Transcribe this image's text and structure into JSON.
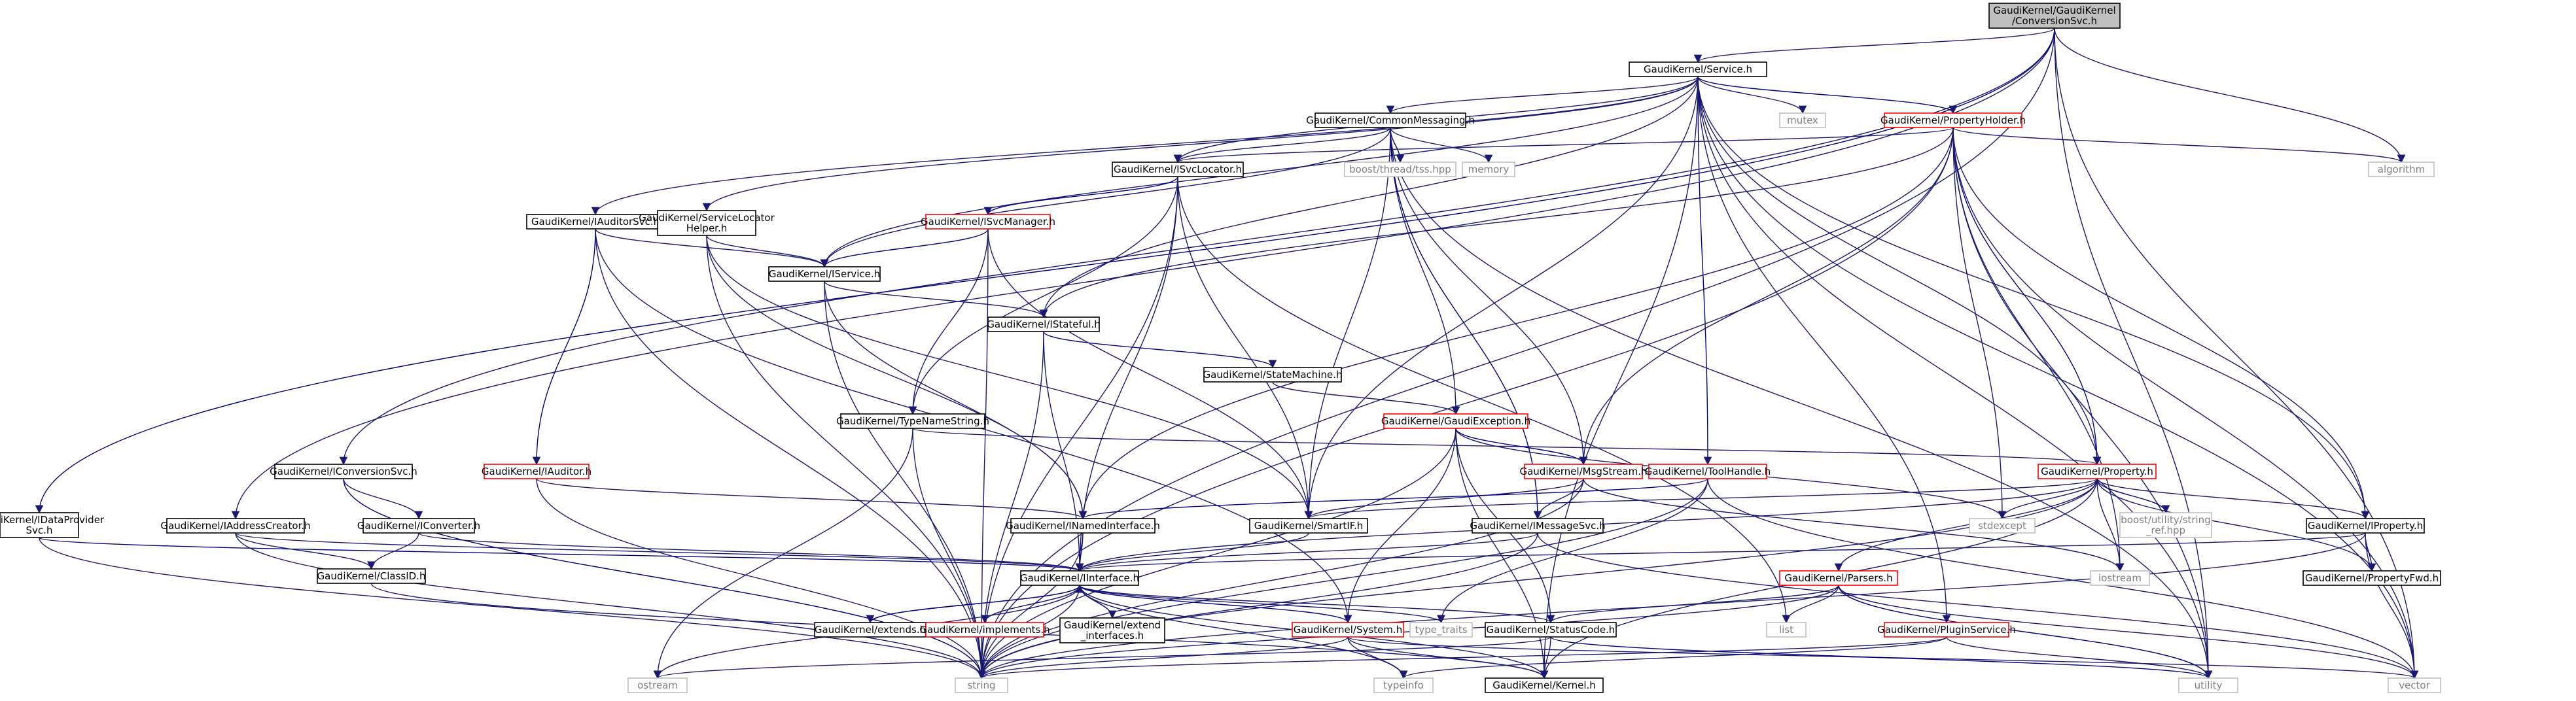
{
  "colors": {
    "background": "#ffffff",
    "edge": "#191970",
    "edge_alt": "#000080",
    "node_border_black": "#000000",
    "node_border_red": "#ff0000",
    "node_border_gray": "#bfbfbf",
    "root_fill": "#bfbfbf",
    "text_normal": "#000000",
    "text_external": "#7f7f7f"
  },
  "nodes": [
    {
      "id": "root",
      "label": [
        "GaudiKernel/GaudiKernel",
        "/ConversionSvc.h"
      ],
      "style": "root"
    },
    {
      "id": "service",
      "label": [
        "GaudiKernel/Service.h"
      ],
      "style": "normal"
    },
    {
      "id": "commonmessaging",
      "label": [
        "GaudiKernel/CommonMessaging.h"
      ],
      "style": "normal"
    },
    {
      "id": "mutex",
      "label": [
        "mutex"
      ],
      "style": "external"
    },
    {
      "id": "propertyholder",
      "label": [
        "GaudiKernel/PropertyHolder.h"
      ],
      "style": "red"
    },
    {
      "id": "algorithm",
      "label": [
        "algorithm"
      ],
      "style": "external"
    },
    {
      "id": "threadtss",
      "label": [
        "boost/thread/tss.hpp"
      ],
      "style": "external"
    },
    {
      "id": "memory",
      "label": [
        "memory"
      ],
      "style": "external"
    },
    {
      "id": "isvclocator",
      "label": [
        "GaudiKernel/ISvcLocator.h"
      ],
      "style": "normal"
    },
    {
      "id": "iauditorsvc",
      "label": [
        "GaudiKernel/IAuditorSvc.h"
      ],
      "style": "normal"
    },
    {
      "id": "servicelocatorhelper",
      "label": [
        "GaudiKernel/ServiceLocator",
        "Helper.h"
      ],
      "style": "normal"
    },
    {
      "id": "isvcmanager",
      "label": [
        "GaudiKernel/ISvcManager.h"
      ],
      "style": "red"
    },
    {
      "id": "iservice",
      "label": [
        "GaudiKernel/IService.h"
      ],
      "style": "normal"
    },
    {
      "id": "istateful",
      "label": [
        "GaudiKernel/IStateful.h"
      ],
      "style": "normal"
    },
    {
      "id": "statemachine",
      "label": [
        "GaudiKernel/StateMachine.h"
      ],
      "style": "normal"
    },
    {
      "id": "typenamestring",
      "label": [
        "GaudiKernel/TypeNameString.h"
      ],
      "style": "normal"
    },
    {
      "id": "gaudiexception",
      "label": [
        "GaudiKernel/GaudiException.h"
      ],
      "style": "red"
    },
    {
      "id": "iconversionsvc",
      "label": [
        "GaudiKernel/IConversionSvc.h"
      ],
      "style": "normal"
    },
    {
      "id": "iauditor",
      "label": [
        "GaudiKernel/IAuditor.h"
      ],
      "style": "red"
    },
    {
      "id": "msgstream",
      "label": [
        "GaudiKernel/MsgStream.h"
      ],
      "style": "red"
    },
    {
      "id": "toolhandle",
      "label": [
        "GaudiKernel/ToolHandle.h"
      ],
      "style": "red"
    },
    {
      "id": "property",
      "label": [
        "GaudiKernel/Property.h"
      ],
      "style": "red"
    },
    {
      "id": "idataprovidersvc",
      "label": [
        "GaudiKernel/IDataProvider",
        "Svc.h"
      ],
      "style": "normal"
    },
    {
      "id": "iaddresscreator",
      "label": [
        "GaudiKernel/IAddressCreator.h"
      ],
      "style": "normal"
    },
    {
      "id": "iconverter",
      "label": [
        "GaudiKernel/IConverter.h"
      ],
      "style": "normal"
    },
    {
      "id": "inamedinterface",
      "label": [
        "GaudiKernel/INamedInterface.h"
      ],
      "style": "normal"
    },
    {
      "id": "smartif",
      "label": [
        "GaudiKernel/SmartIF.h"
      ],
      "style": "normal"
    },
    {
      "id": "imessagesvc",
      "label": [
        "GaudiKernel/IMessageSvc.h"
      ],
      "style": "normal"
    },
    {
      "id": "stdexcept",
      "label": [
        "stdexcept"
      ],
      "style": "external"
    },
    {
      "id": "boostref",
      "label": [
        "boost/utility/string",
        "_ref.hpp"
      ],
      "style": "external"
    },
    {
      "id": "iproperty",
      "label": [
        "GaudiKernel/IProperty.h"
      ],
      "style": "normal"
    },
    {
      "id": "classid",
      "label": [
        "GaudiKernel/ClassID.h"
      ],
      "style": "normal"
    },
    {
      "id": "iinterface",
      "label": [
        "GaudiKernel/IInterface.h"
      ],
      "style": "normal"
    },
    {
      "id": "iostream",
      "label": [
        "iostream"
      ],
      "style": "external"
    },
    {
      "id": "parsers",
      "label": [
        "GaudiKernel/Parsers.h"
      ],
      "style": "red"
    },
    {
      "id": "propertyfwd",
      "label": [
        "GaudiKernel/PropertyFwd.h"
      ],
      "style": "normal"
    },
    {
      "id": "extends",
      "label": [
        "GaudiKernel/extends.h"
      ],
      "style": "normal"
    },
    {
      "id": "implements",
      "label": [
        "GaudiKernel/implements.h"
      ],
      "style": "red"
    },
    {
      "id": "extend_interfaces",
      "label": [
        "GaudiKernel/extend",
        "_interfaces.h"
      ],
      "style": "normal"
    },
    {
      "id": "system",
      "label": [
        "GaudiKernel/System.h"
      ],
      "style": "red"
    },
    {
      "id": "type_traits",
      "label": [
        "type_traits"
      ],
      "style": "external"
    },
    {
      "id": "statuscode",
      "label": [
        "GaudiKernel/StatusCode.h"
      ],
      "style": "normal"
    },
    {
      "id": "list",
      "label": [
        "list"
      ],
      "style": "external"
    },
    {
      "id": "pluginservice",
      "label": [
        "GaudiKernel/PluginService.h"
      ],
      "style": "red"
    },
    {
      "id": "ostream",
      "label": [
        "ostream"
      ],
      "style": "external"
    },
    {
      "id": "string",
      "label": [
        "string"
      ],
      "style": "external"
    },
    {
      "id": "typeinfo",
      "label": [
        "typeinfo"
      ],
      "style": "external"
    },
    {
      "id": "kernel",
      "label": [
        "GaudiKernel/Kernel.h"
      ],
      "style": "normal"
    },
    {
      "id": "utility",
      "label": [
        "utility"
      ],
      "style": "external"
    },
    {
      "id": "vector",
      "label": [
        "vector"
      ],
      "style": "external"
    }
  ],
  "edges": [
    [
      "root",
      "service"
    ],
    [
      "root",
      "iconversionsvc"
    ],
    [
      "root",
      "iaddresscreator"
    ],
    [
      "root",
      "idataprovidersvc"
    ],
    [
      "root",
      "algorithm"
    ],
    [
      "root",
      "vector"
    ],
    [
      "root",
      "utility"
    ],
    [
      "root",
      "string"
    ],
    [
      "service",
      "commonmessaging"
    ],
    [
      "service",
      "mutex"
    ],
    [
      "service",
      "propertyholder"
    ],
    [
      "service",
      "isvclocator"
    ],
    [
      "service",
      "iauditorsvc"
    ],
    [
      "service",
      "servicelocatorhelper"
    ],
    [
      "service",
      "iservice"
    ],
    [
      "service",
      "istateful"
    ],
    [
      "service",
      "smartif"
    ],
    [
      "service",
      "toolhandle"
    ],
    [
      "service",
      "property"
    ],
    [
      "service",
      "iproperty"
    ],
    [
      "service",
      "kernel"
    ],
    [
      "service",
      "vector"
    ],
    [
      "service",
      "utility"
    ],
    [
      "service",
      "pluginservice"
    ],
    [
      "commonmessaging",
      "threadtss"
    ],
    [
      "commonmessaging",
      "memory"
    ],
    [
      "commonmessaging",
      "isvclocator"
    ],
    [
      "commonmessaging",
      "iservice"
    ],
    [
      "commonmessaging",
      "smartif"
    ],
    [
      "commonmessaging",
      "gaudiexception"
    ],
    [
      "commonmessaging",
      "msgstream"
    ],
    [
      "commonmessaging",
      "imessagesvc"
    ],
    [
      "commonmessaging",
      "utility"
    ],
    [
      "propertyholder",
      "algorithm"
    ],
    [
      "propertyholder",
      "isvclocator"
    ],
    [
      "propertyholder",
      "inamedinterface"
    ],
    [
      "propertyholder",
      "istateful"
    ],
    [
      "propertyholder",
      "msgstream"
    ],
    [
      "propertyholder",
      "property"
    ],
    [
      "propertyholder",
      "iproperty"
    ],
    [
      "propertyholder",
      "stdexcept"
    ],
    [
      "propertyholder",
      "string"
    ],
    [
      "propertyholder",
      "utility"
    ],
    [
      "propertyholder",
      "vector"
    ],
    [
      "propertyholder",
      "iostream"
    ],
    [
      "isvclocator",
      "isvcmanager"
    ],
    [
      "isvclocator",
      "typenamestring"
    ],
    [
      "isvclocator",
      "smartif"
    ],
    [
      "isvclocator",
      "iinterface"
    ],
    [
      "isvclocator",
      "string"
    ],
    [
      "isvclocator",
      "list"
    ],
    [
      "iauditorsvc",
      "iservice"
    ],
    [
      "iauditorsvc",
      "iauditor"
    ],
    [
      "iauditorsvc",
      "string"
    ],
    [
      "iauditorsvc",
      "system"
    ],
    [
      "servicelocatorhelper",
      "iservice"
    ],
    [
      "servicelocatorhelper",
      "smartif"
    ],
    [
      "servicelocatorhelper",
      "string"
    ],
    [
      "servicelocatorhelper",
      "inamedinterface"
    ],
    [
      "isvcmanager",
      "iservice"
    ],
    [
      "isvcmanager",
      "typenamestring"
    ],
    [
      "isvcmanager",
      "smartif"
    ],
    [
      "isvcmanager",
      "string"
    ],
    [
      "iservice",
      "istateful"
    ],
    [
      "iservice",
      "inamedinterface"
    ],
    [
      "iservice",
      "string"
    ],
    [
      "istateful",
      "statemachine"
    ],
    [
      "istateful",
      "iinterface"
    ],
    [
      "istateful",
      "string"
    ],
    [
      "statemachine",
      "gaudiexception"
    ],
    [
      "typenamestring",
      "string"
    ],
    [
      "typenamestring",
      "property"
    ],
    [
      "typenamestring",
      "ostream"
    ],
    [
      "gaudiexception",
      "msgstream"
    ],
    [
      "gaudiexception",
      "system"
    ],
    [
      "gaudiexception",
      "statuscode"
    ],
    [
      "gaudiexception",
      "string"
    ],
    [
      "gaudiexception",
      "stdexcept"
    ],
    [
      "gaudiexception",
      "kernel"
    ],
    [
      "iconversionsvc",
      "iconverter"
    ],
    [
      "iconversionsvc",
      "string"
    ],
    [
      "iauditor",
      "inamedinterface"
    ],
    [
      "iauditor",
      "string"
    ],
    [
      "msgstream",
      "imessagesvc"
    ],
    [
      "msgstream",
      "smartif"
    ],
    [
      "msgstream",
      "string"
    ],
    [
      "msgstream",
      "iostream"
    ],
    [
      "toolhandle",
      "inamedinterface"
    ],
    [
      "toolhandle",
      "string"
    ],
    [
      "toolhandle",
      "vector"
    ],
    [
      "toolhandle",
      "type_traits"
    ],
    [
      "property",
      "iproperty"
    ],
    [
      "property",
      "smartif"
    ],
    [
      "property",
      "propertyfwd"
    ],
    [
      "property",
      "boostref"
    ],
    [
      "property",
      "stdexcept"
    ],
    [
      "property",
      "parsers"
    ],
    [
      "property",
      "string"
    ],
    [
      "property",
      "iostream"
    ],
    [
      "property",
      "kernel"
    ],
    [
      "property",
      "iinterface"
    ],
    [
      "idataprovidersvc",
      "iinterface"
    ],
    [
      "idataprovidersvc",
      "string"
    ],
    [
      "iaddresscreator",
      "iinterface"
    ],
    [
      "iaddresscreator",
      "classid"
    ],
    [
      "iaddresscreator",
      "string"
    ],
    [
      "iconverter",
      "iinterface"
    ],
    [
      "iconverter",
      "classid"
    ],
    [
      "inamedinterface",
      "iinterface"
    ],
    [
      "inamedinterface",
      "string"
    ],
    [
      "smartif",
      "iinterface"
    ],
    [
      "imessagesvc",
      "iinterface"
    ],
    [
      "imessagesvc",
      "string"
    ],
    [
      "imessagesvc",
      "vector"
    ],
    [
      "iproperty",
      "iinterface"
    ],
    [
      "iproperty",
      "propertyfwd"
    ],
    [
      "iproperty",
      "string"
    ],
    [
      "iproperty",
      "vector"
    ],
    [
      "classid",
      "kernel"
    ],
    [
      "iinterface",
      "extends"
    ],
    [
      "iinterface",
      "implements"
    ],
    [
      "iinterface",
      "extend_interfaces"
    ],
    [
      "iinterface",
      "system"
    ],
    [
      "iinterface",
      "type_traits"
    ],
    [
      "iinterface",
      "statuscode"
    ],
    [
      "iinterface",
      "ostream"
    ],
    [
      "iinterface",
      "string"
    ],
    [
      "iinterface",
      "typeinfo"
    ],
    [
      "iinterface",
      "kernel"
    ],
    [
      "extends",
      "iinterface"
    ],
    [
      "implements",
      "iinterface"
    ],
    [
      "extend_interfaces",
      "iinterface"
    ],
    [
      "parsers",
      "statuscode"
    ],
    [
      "parsers",
      "list"
    ],
    [
      "parsers",
      "string"
    ],
    [
      "parsers",
      "vector"
    ],
    [
      "parsers",
      "utility"
    ],
    [
      "system",
      "kernel"
    ],
    [
      "system",
      "string"
    ],
    [
      "system",
      "typeinfo"
    ],
    [
      "system",
      "vector"
    ],
    [
      "statuscode",
      "kernel"
    ],
    [
      "statuscode",
      "ostream"
    ],
    [
      "statuscode",
      "utility"
    ],
    [
      "pluginservice",
      "string"
    ],
    [
      "pluginservice",
      "typeinfo"
    ],
    [
      "pluginservice",
      "utility"
    ]
  ]
}
